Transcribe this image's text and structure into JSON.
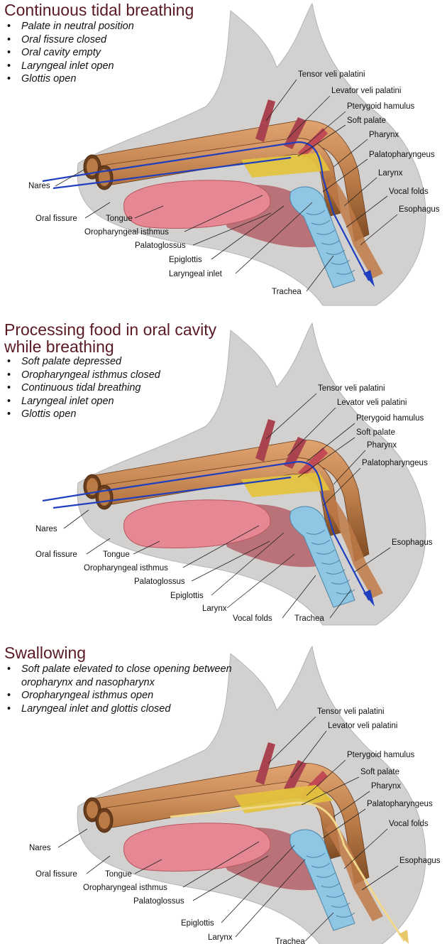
{
  "panels": [
    {
      "title_lines": [
        "Continuous tidal breathing"
      ],
      "bullets": [
        "Palate in neutral position",
        "Oral fissure closed",
        "Oral cavity empty",
        "Laryngeal inlet open",
        "Glottis open"
      ],
      "flow": "air",
      "labels": {
        "tensor": "Tensor veli palatini",
        "levator": "Levator veli palatini",
        "hamulus": "Pterygoid hamulus",
        "soft_palate": "Soft palate",
        "pharynx": "Pharynx",
        "palatopharyngeus": "Palatopharyngeus",
        "larynx": "Larynx",
        "vocal_folds": "Vocal folds",
        "esophagus": "Esophagus",
        "nares": "Nares",
        "oral_fissure": "Oral fissure",
        "tongue": "Tongue",
        "oropharyngeal_isthmus": "Oropharyngeal isthmus",
        "palatoglossus": "Palatoglossus",
        "epiglottis": "Epiglottis",
        "laryngeal_inlet": "Laryngeal inlet",
        "trachea": "Trachea"
      }
    },
    {
      "title_lines": [
        "Processing food in oral cavity",
        "while breathing"
      ],
      "bullets": [
        "Soft palate depressed",
        "Oropharyngeal isthmus closed",
        "Continuous tidal breathing",
        "Laryngeal inlet open",
        "Glottis open"
      ],
      "flow": "air",
      "labels": {
        "tensor": "Tensor veli palatini",
        "levator": "Levator veli palatini",
        "hamulus": "Pterygoid hamulus",
        "soft_palate": "Soft palate",
        "pharynx": "Pharynx",
        "palatopharyngeus": "Palatopharyngeus",
        "esophagus": "Esophagus",
        "nares": "Nares",
        "oral_fissure": "Oral fissure",
        "tongue": "Tongue",
        "oropharyngeal_isthmus": "Oropharyngeal isthmus",
        "palatoglossus": "Palatoglossus",
        "epiglottis": "Epiglottis",
        "larynx": "Larynx",
        "vocal_folds": "Vocal folds",
        "trachea": "Trachea"
      }
    },
    {
      "title_lines": [
        "Swallowing"
      ],
      "bullets": [
        "Soft palate elevated to close opening between oropharynx and nasopharynx",
        "Oropharyngeal isthmus open",
        "Laryngeal inlet and glottis closed"
      ],
      "flow": "food",
      "labels": {
        "tensor": "Tensor veli palatini",
        "levator": "Levator veli palatini",
        "hamulus": "Pterygoid hamulus",
        "soft_palate": "Soft palate",
        "pharynx": "Pharynx",
        "palatopharyngeus": "Palatopharyngeus",
        "vocal_folds": "Vocal folds",
        "esophagus": "Esophagus",
        "nares": "Nares",
        "oral_fissure": "Oral fissure",
        "tongue": "Tongue",
        "oropharyngeal_isthmus": "Oropharyngeal isthmus",
        "palatoglossus": "Palatoglossus",
        "epiglottis": "Epiglottis",
        "larynx": "Larynx",
        "trachea": "Trachea"
      }
    }
  ],
  "colors": {
    "title": "#5a1a24",
    "head": "#d3d1d0",
    "nasal_tube": "#b97a46",
    "tongue": "#e58893",
    "muscle": "#a8434f",
    "palate": "#e3c23c",
    "trachea": "#8ec6e4",
    "airflow": "#1f3fbf",
    "foodflow": "#f2d78a"
  }
}
